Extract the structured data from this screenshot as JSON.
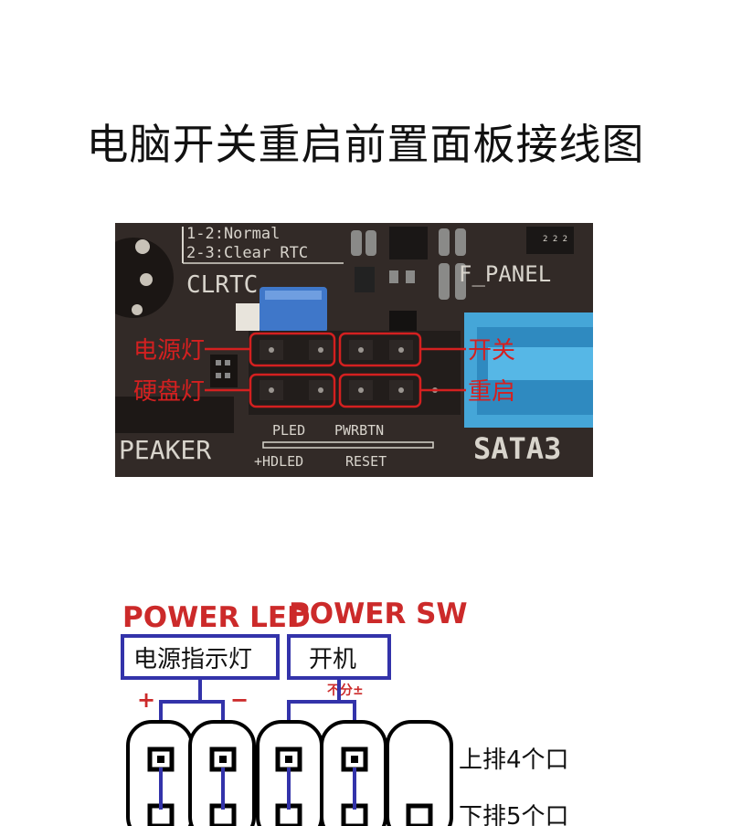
{
  "title": "电脑开关重启前置面板接线图",
  "photo": {
    "silk_jumper_line1": "1-2:Normal",
    "silk_jumper_line2": "2-3:Clear RTC",
    "silk_clrtc": "CLRTC",
    "silk_fpanel": "F_PANEL",
    "silk_speaker": "PEAKER",
    "silk_pled": "PLED",
    "silk_pwrbtn": "PWRBTN",
    "silk_hdled": "+HDLED",
    "silk_reset": "RESET",
    "silk_sata": "SATA3",
    "label_power_led": "电源灯",
    "label_hdd_led": "硬盘灯",
    "label_power_switch": "开关",
    "label_reset": "重启",
    "label_color": "#d42020"
  },
  "diagram": {
    "power_led_header": "POWER LED",
    "power_sw_header": "POWER SW",
    "power_led_box": "电源指示灯",
    "power_sw_box": "开机",
    "plus_sign": "+",
    "minus_sign": "−",
    "polarity_note": "不分±",
    "upper_row": "上排4个口",
    "lower_row": "下排5个口",
    "accent_red": "#cc2a2a",
    "accent_blue": "#3333aa"
  }
}
